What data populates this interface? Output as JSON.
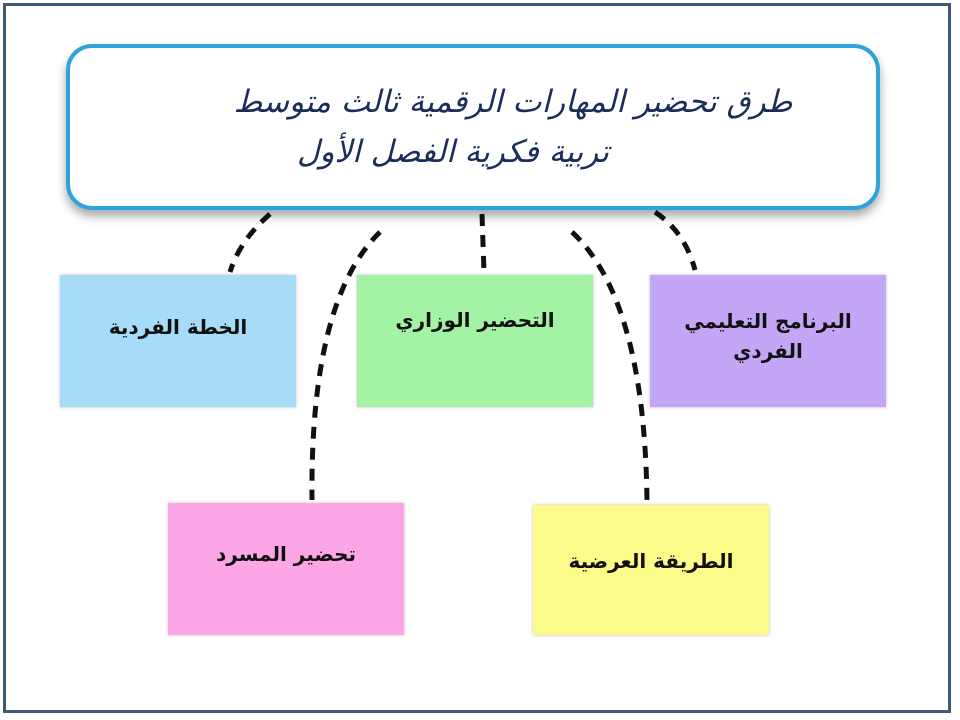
{
  "title": {
    "line1": "طرق تحضير المهارات الرقمية ثالث متوسط",
    "line2": "تربية فكرية الفصل الأول"
  },
  "nodes": [
    {
      "label": "الخطة الفردية",
      "color": "#a6dcf7"
    },
    {
      "label": "التحضير الوزاري",
      "color": "#a4f2a4"
    },
    {
      "label": "البرنامج التعليمي الفردي",
      "color": "#c4a6f7"
    },
    {
      "label": "تحضير المسرد",
      "color": "#fca6e6"
    },
    {
      "label": "الطريقة العرضية",
      "color": "#fbfb8a"
    }
  ],
  "colors": {
    "frame": "#3e5a78",
    "title_border": "#2ea3dc",
    "title_text": "#1c2d5a",
    "connector": "#111111"
  }
}
